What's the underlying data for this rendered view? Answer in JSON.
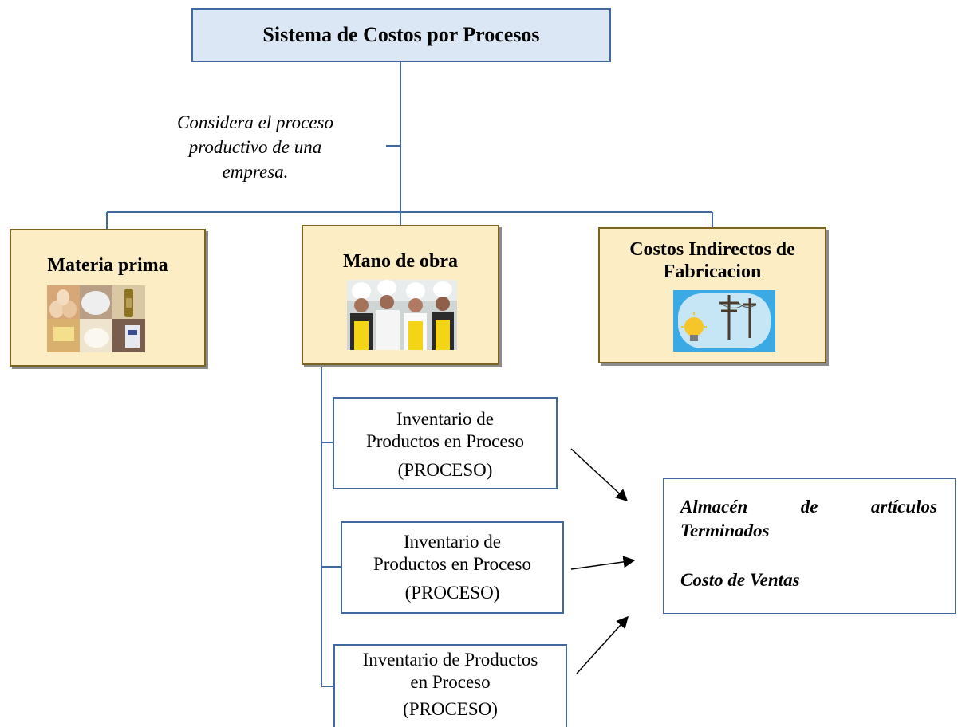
{
  "title": "Sistema de Costos por Procesos",
  "note": [
    "Considera el proceso",
    "productivo de una",
    "empresa."
  ],
  "categories": [
    {
      "label": "Materia prima",
      "image_icon": "ingredients-photo-icon"
    },
    {
      "label": "Mano de obra",
      "image_icon": "chefs-photo-icon"
    },
    {
      "label_lines": [
        "Costos Indirectos de",
        "Fabricacion"
      ],
      "image_icon": "lightbulb-power-lines-icon"
    }
  ],
  "processes": [
    {
      "lines": [
        "Inventario de",
        "Productos en Proceso"
      ],
      "tag": "(PROCESO)"
    },
    {
      "lines": [
        "Inventario de",
        "Productos en Proceso"
      ],
      "tag": "(PROCESO)"
    },
    {
      "lines": [
        "Inventario de Productos",
        "en Proceso"
      ],
      "tag": "(PROCESO)"
    }
  ],
  "result": {
    "line1_words": [
      "Almacén",
      "de",
      "artículos"
    ],
    "line2": "Terminados",
    "line3": "Costo de Ventas"
  },
  "colors": {
    "title_fill": "#dce7f5",
    "box_fill": "#fcedc4",
    "line": "#41689f",
    "category_border": "#7b6321"
  }
}
